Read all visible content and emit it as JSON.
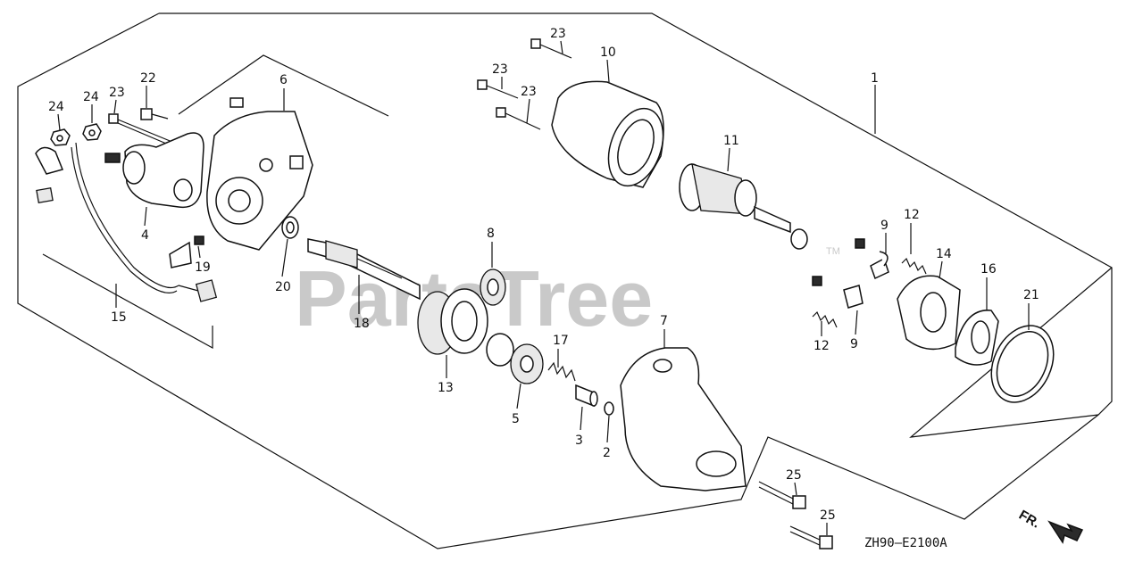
{
  "watermark": {
    "text": "PartsTree",
    "tm": "TM"
  },
  "diagram_code": "ZH90—E2100A",
  "fr_label": "FR.",
  "callouts": [
    "1",
    "2",
    "3",
    "4",
    "5",
    "6",
    "7",
    "8",
    "9",
    "9",
    "10",
    "11",
    "12",
    "12",
    "13",
    "14",
    "15",
    "16",
    "17",
    "18",
    "19",
    "20",
    "21",
    "22",
    "23",
    "23",
    "23",
    "23",
    "24",
    "24",
    "25",
    "25"
  ],
  "colors": {
    "ink": "#111111",
    "watermark": "#c9c9c9",
    "background": "#ffffff"
  }
}
